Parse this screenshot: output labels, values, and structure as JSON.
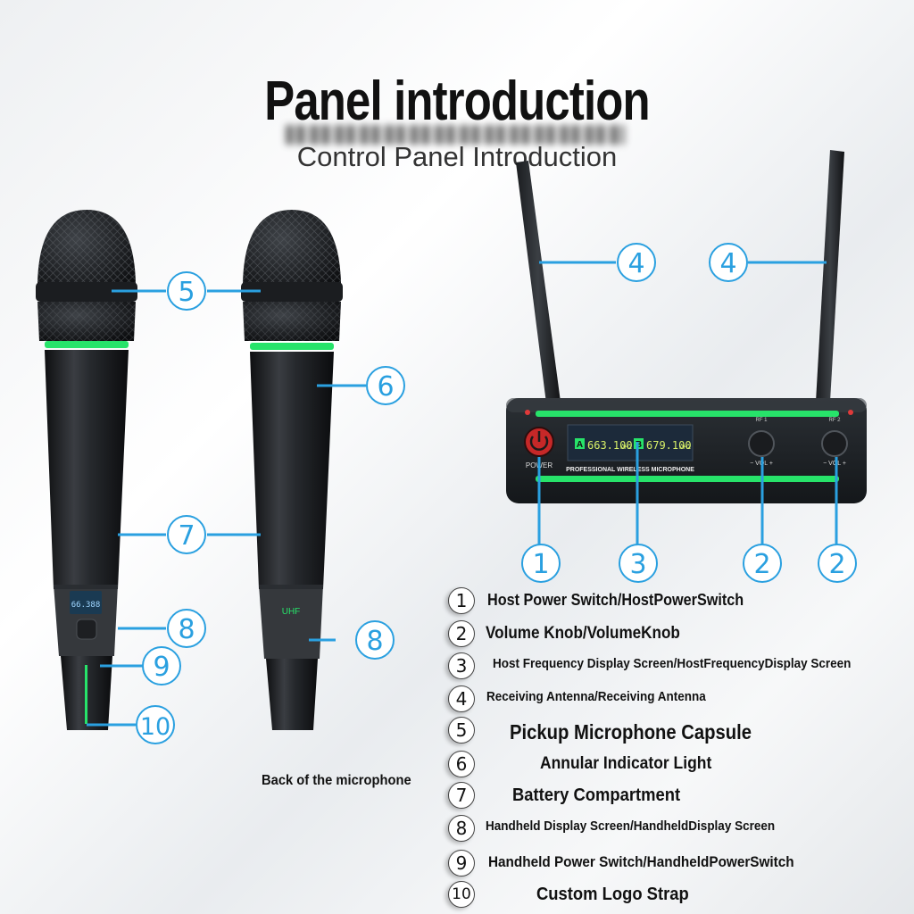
{
  "title": "Panel introduction",
  "subtitle": "Control Panel Introduction",
  "caption_back": "Back of the microphone",
  "device": {
    "power_label": "POWER",
    "brand_label": "PROFESSIONAL WIRELESS MICROPHONE",
    "channel_a_letter": "A",
    "channel_a_freq": "663.100",
    "channel_b_letter": "B",
    "channel_b_freq": "679.100",
    "freq_unit": "MHZ",
    "rf1_label": "RF 1",
    "rf2_label": "RF 2",
    "vol_label": "− VOL +",
    "mic_tag": "UHF",
    "mic_display": "66.388"
  },
  "callouts": {
    "n1": "1",
    "n2": "2",
    "n3": "3",
    "n4": "4",
    "n5": "5",
    "n6": "6",
    "n7": "7",
    "n8": "8",
    "n9": "9",
    "n10": "10"
  },
  "legend": [
    {
      "number": "1",
      "text": "Host Power Switch/HostPowerSwitch"
    },
    {
      "number": "2",
      "text": "Volume Knob/VolumeKnob"
    },
    {
      "number": "3",
      "text": "Host Frequency Display Screen/HostFrequencyDisplay Screen"
    },
    {
      "number": "4",
      "text": "Receiving Antenna/Receiving Antenna"
    },
    {
      "number": "5",
      "text": "Pickup Microphone Capsule"
    },
    {
      "number": "6",
      "text": "Annular Indicator Light"
    },
    {
      "number": "7",
      "text": "Battery Compartment"
    },
    {
      "number": "8",
      "text": "Handheld Display Screen/HandheldDisplay Screen"
    },
    {
      "number": "9",
      "text": "Handheld Power Switch/HandheldPowerSwitch"
    },
    {
      "number": "10",
      "text": "Custom Logo Strap"
    }
  ],
  "colors": {
    "callout_blue": "#2aa0e0",
    "led_green": "#27e36a",
    "device_body": "#1d2125"
  }
}
